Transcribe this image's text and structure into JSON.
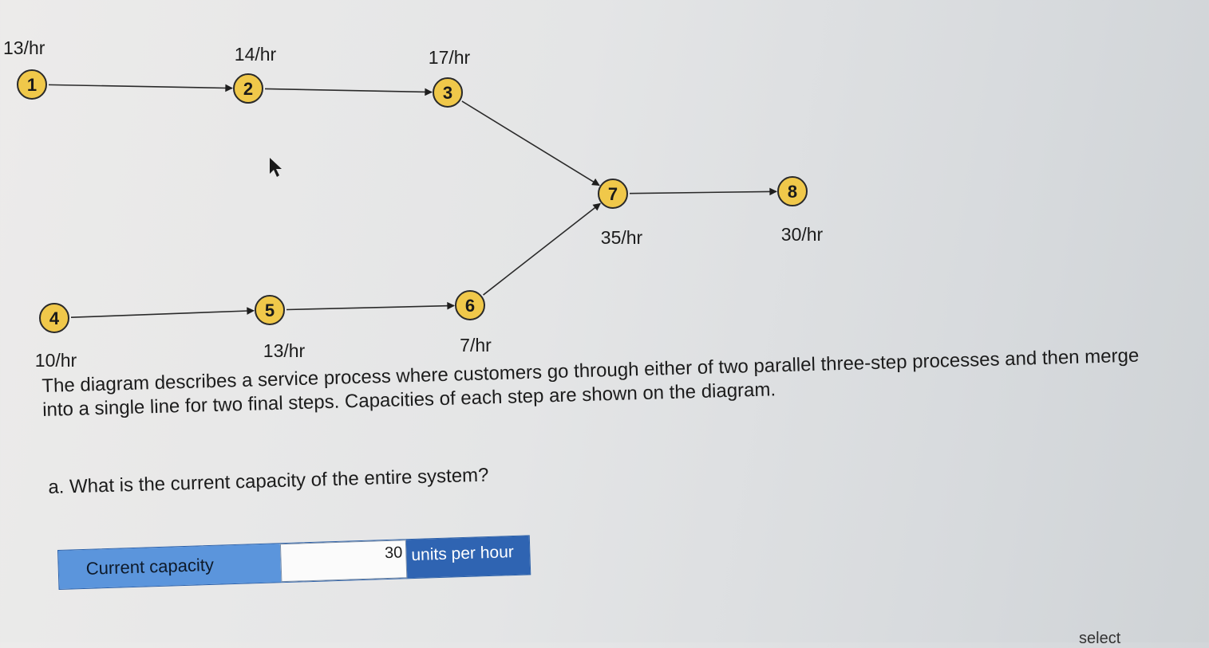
{
  "diagram": {
    "nodes": [
      {
        "id": "1",
        "capacity": "13/hr"
      },
      {
        "id": "2",
        "capacity": "14/hr"
      },
      {
        "id": "3",
        "capacity": "17/hr"
      },
      {
        "id": "4",
        "capacity": "10/hr"
      },
      {
        "id": "5",
        "capacity": "13/hr"
      },
      {
        "id": "6",
        "capacity": "7/hr"
      },
      {
        "id": "7",
        "capacity": "35/hr"
      },
      {
        "id": "8",
        "capacity": "30/hr"
      }
    ],
    "edges": [
      [
        "1",
        "2"
      ],
      [
        "2",
        "3"
      ],
      [
        "3",
        "7"
      ],
      [
        "4",
        "5"
      ],
      [
        "5",
        "6"
      ],
      [
        "6",
        "7"
      ],
      [
        "7",
        "8"
      ]
    ]
  },
  "text": {
    "description": "The diagram describes a service process where customers go through either of two parallel three-step processes and then merge into a single line for two final steps. Capacities of each step are shown on the diagram.",
    "question": "a. What is the current capacity of the entire system?"
  },
  "answer": {
    "label": "Current capacity",
    "value": "30",
    "units": "units per hour"
  },
  "corner_text": "select"
}
